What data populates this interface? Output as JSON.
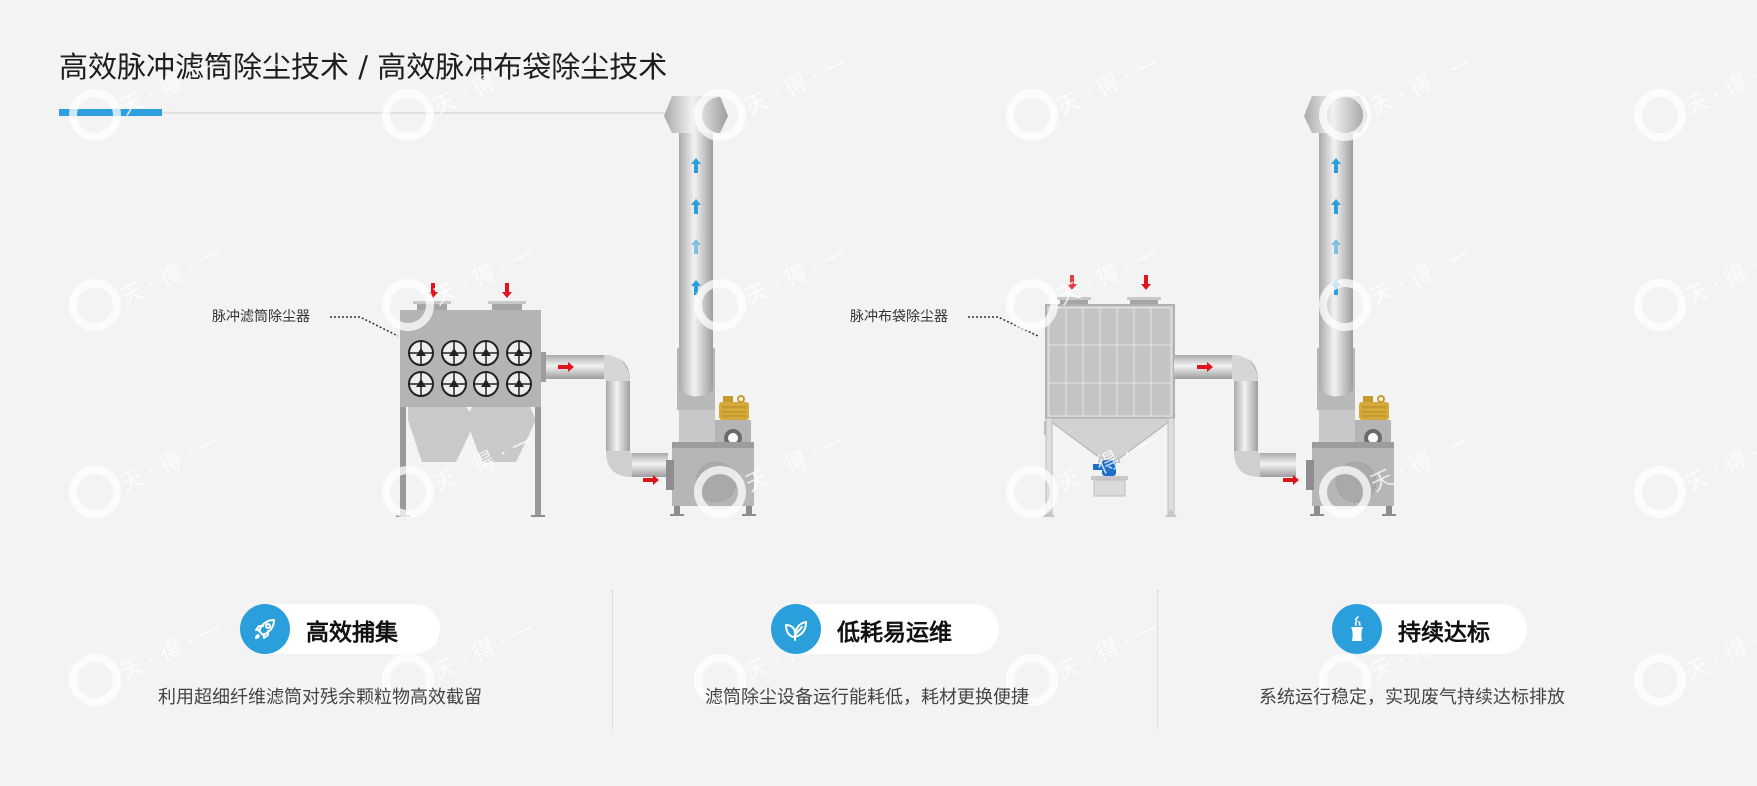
{
  "page": {
    "title": "高效脉冲滤筒除尘技术 / 高效脉冲布袋除尘技术",
    "accent_color": "#2d9fdc",
    "background_color": "#f3f3f3"
  },
  "diagrams": [
    {
      "callout_label": "脉冲滤筒除尘器",
      "collector_type": "cartridge",
      "inlet_arrow_color": "#e0141c",
      "exhaust_arrow_color": "#2a9fdc"
    },
    {
      "callout_label": "脉冲布袋除尘器",
      "collector_type": "bag",
      "inlet_arrow_color": "#e0141c",
      "exhaust_arrow_color": "#2a9fdc"
    }
  ],
  "features": [
    {
      "icon": "rocket-icon",
      "title": "高效捕集",
      "description": "利用超细纤维滤筒对残余颗粒物高效截留"
    },
    {
      "icon": "leaf-icon",
      "title": "低耗易运维",
      "description": "滤筒除尘设备运行能耗低，耗材更换便捷"
    },
    {
      "icon": "chimney-icon",
      "title": "持续达标",
      "description": "系统运行稳定，实现废气持续达标排放"
    }
  ]
}
